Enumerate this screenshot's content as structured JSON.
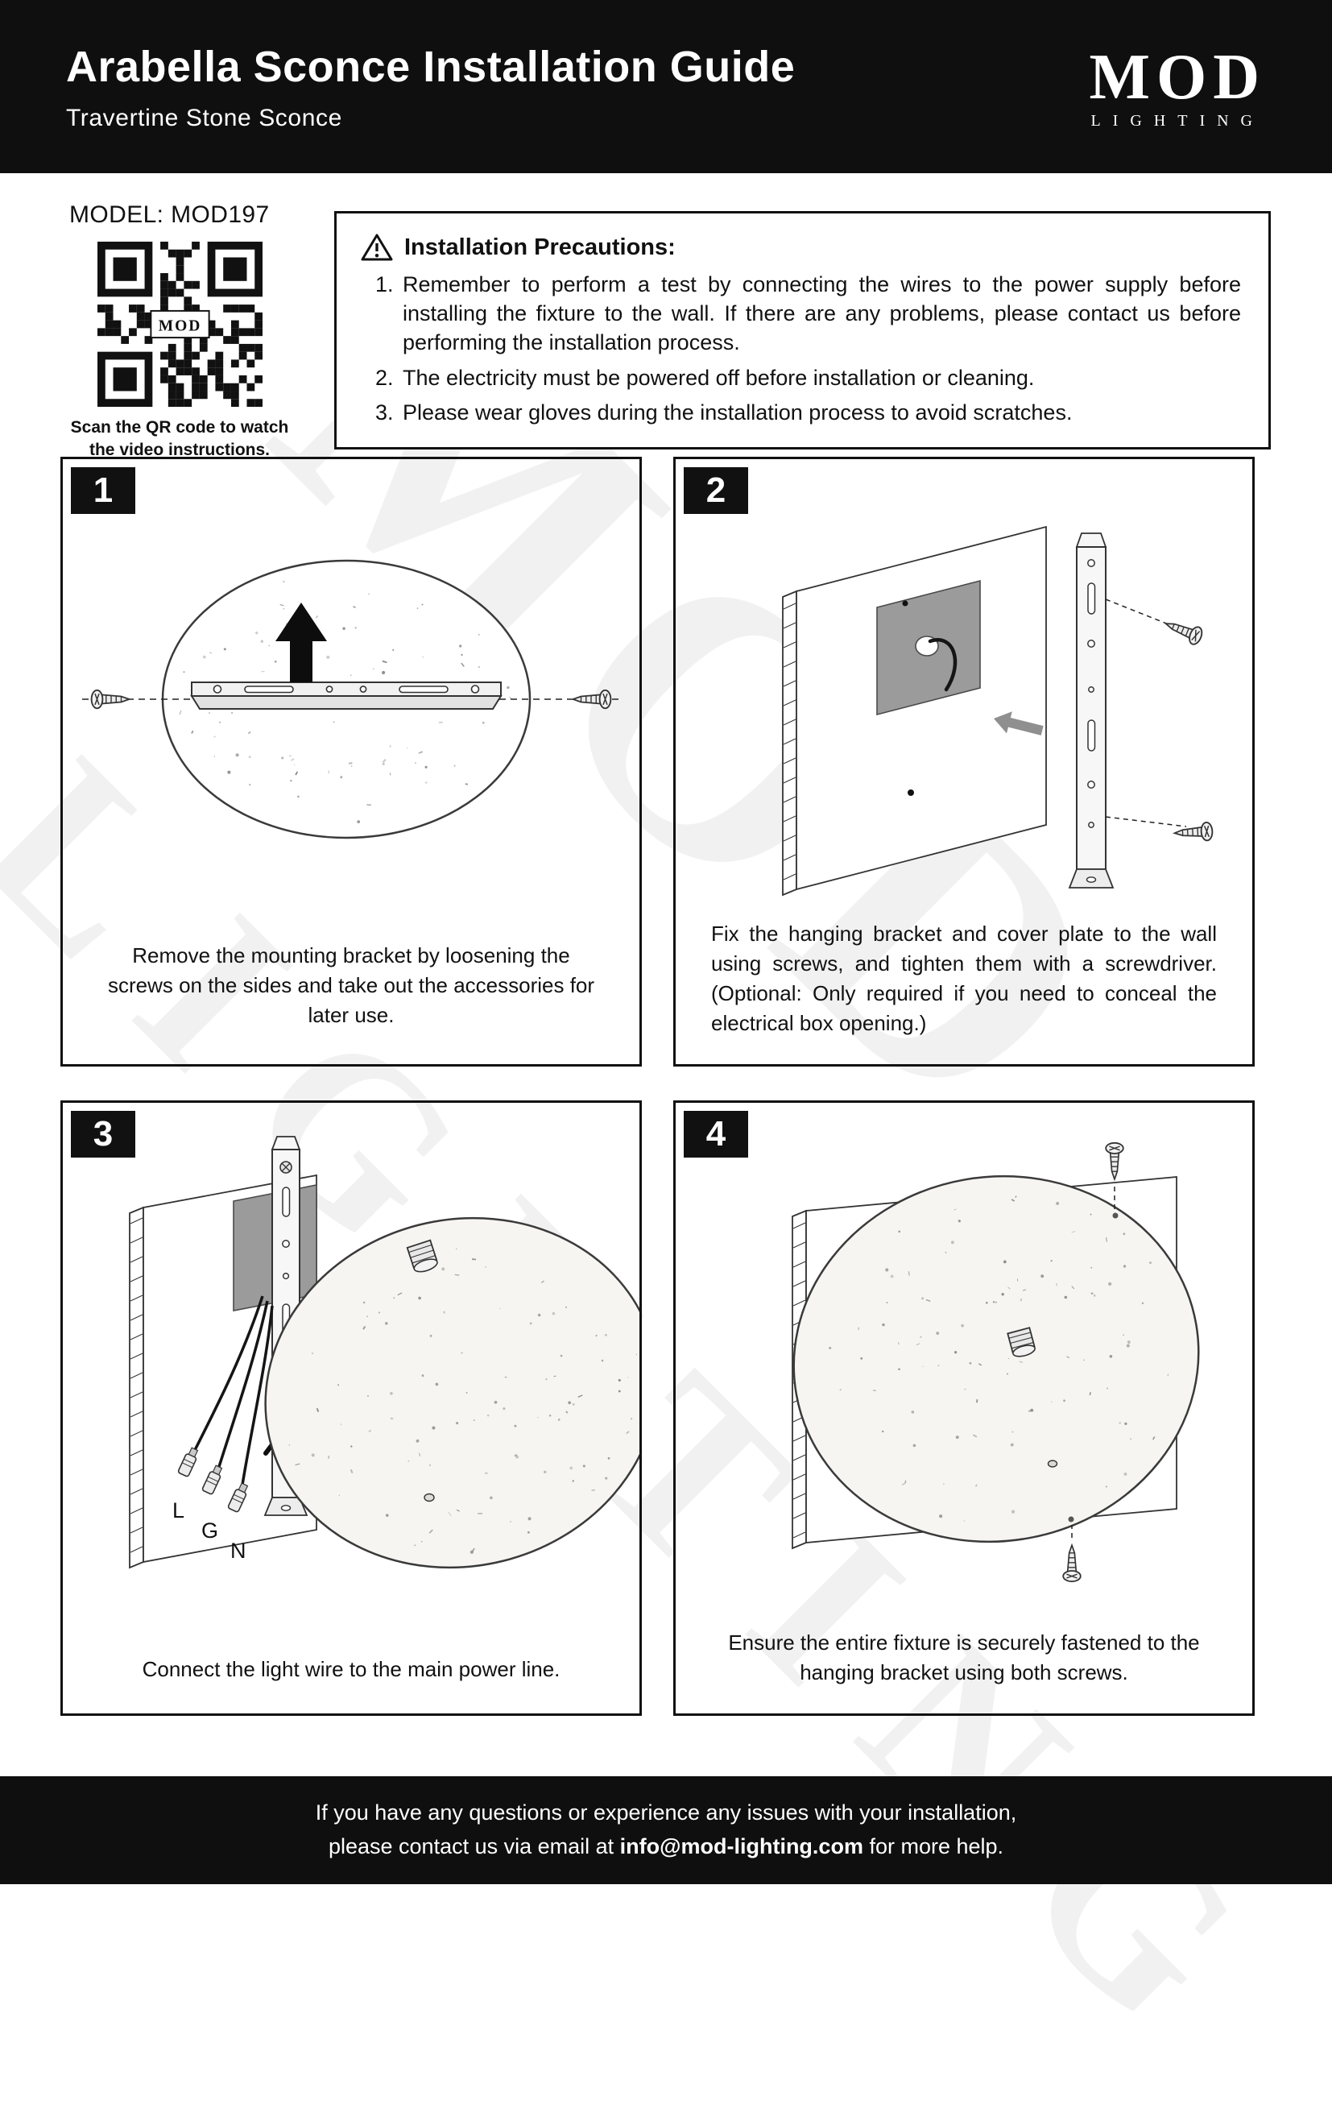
{
  "header": {
    "title": "Arabella Sconce Installation Guide",
    "subtitle": "Travertine Stone Sconce",
    "logo_main": "MOD",
    "logo_sub": "LIGHTING"
  },
  "model": {
    "label": "MODEL: MOD197",
    "qr_center": "MOD",
    "qr_caption_line1": "Scan the QR code to watch",
    "qr_caption_line2": "the video instructions."
  },
  "precautions": {
    "title": "Installation Precautions:",
    "items": [
      "Remember to perform a test by connecting the wires to the power supply before installing the fixture to the wall. If there are any problems, please contact us before performing the installation process.",
      "The electricity must be powered off before installation or cleaning.",
      "Please wear gloves during the installation process to avoid scratches."
    ]
  },
  "steps": [
    {
      "number": "1",
      "caption": "Remove the mounting bracket by loosening the screws on the sides and take out the accessories for later use."
    },
    {
      "number": "2",
      "caption": "Fix the hanging bracket and cover plate to the wall using screws, and tighten them with a screwdriver. (Optional: Only required if you need to conceal the electrical box opening.)"
    },
    {
      "number": "3",
      "caption": "Connect the light wire to the main power line.",
      "wire_labels": [
        "L",
        "G",
        "N"
      ]
    },
    {
      "number": "4",
      "caption": "Ensure the entire fixture is securely fastened to the hanging bracket using both screws."
    }
  ],
  "footer": {
    "line1": "If you have any questions or experience any issues with your installation,",
    "line2_prefix": "please contact us via email at ",
    "email": "info@mod-lighting.com",
    "line2_suffix": " for more help."
  },
  "watermark": {
    "word1": "MOD",
    "word2": "LIGHTING"
  },
  "colors": {
    "header_bg": "#0f0f0f",
    "accent_black": "#111111",
    "plate_gray": "#9b9b9b"
  }
}
